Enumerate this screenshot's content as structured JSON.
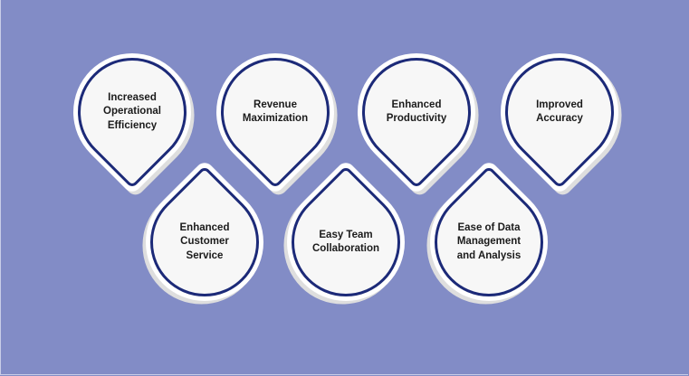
{
  "colors": {
    "background": "#828cc6",
    "outline": "#1c2a78",
    "fill": "#f7f7f7",
    "ring": "#ffffff",
    "text": "#1b1b1b"
  },
  "top_row": [
    {
      "label": "Increased\nOperational\nEfficiency"
    },
    {
      "label": "Revenue\nMaximization"
    },
    {
      "label": "Enhanced\nProductivity"
    },
    {
      "label": "Improved\nAccuracy"
    }
  ],
  "bottom_row": [
    {
      "label": "Enhanced\nCustomer\nService"
    },
    {
      "label": "Easy Team\nCollaboration"
    },
    {
      "label": "Ease of Data\nManagement\nand Analysis"
    }
  ]
}
